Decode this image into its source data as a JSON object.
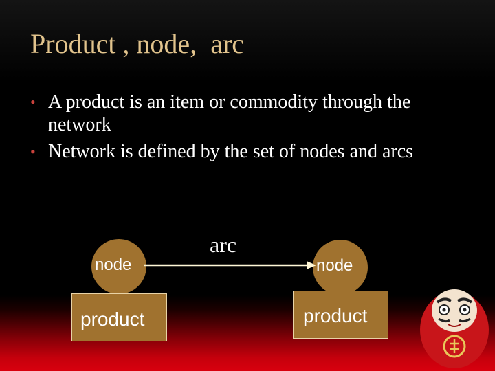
{
  "slide": {
    "title": "Product , node,  arc",
    "bullets": [
      "A product is an item or commodity through the network",
      "Network is defined by the set of nodes and arcs"
    ],
    "bullet_glyph": "•"
  },
  "diagram": {
    "left_node_label": "node",
    "right_node_label": "node",
    "arc_label": "arc",
    "left_product_label": "product",
    "right_product_label": "product"
  },
  "colors": {
    "title": "#e2c48d",
    "bullet": "#c9423c",
    "node_fill": "#a0722f",
    "text": "#ffffff",
    "arrow": "#fff7d6"
  },
  "icons": {
    "decoration": "daruma-doll-icon"
  }
}
